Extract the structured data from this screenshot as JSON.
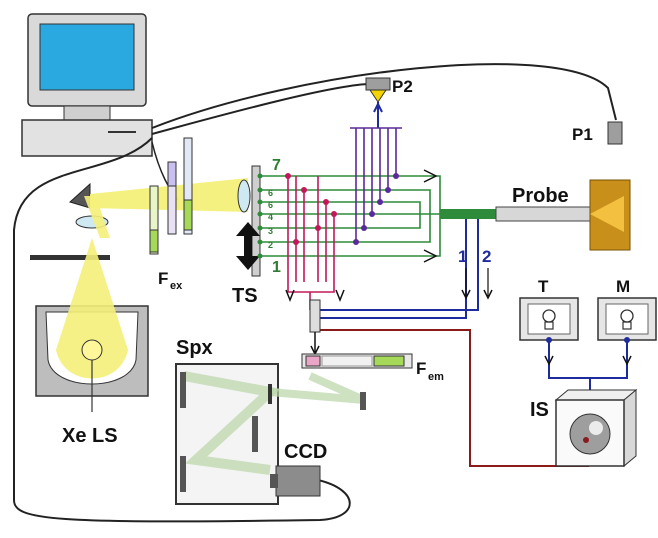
{
  "labels": {
    "p1": "P1",
    "p2": "P2",
    "probe": "Probe",
    "ts": "TS",
    "f_ex_main": "F",
    "f_ex_sub": "ex",
    "f_em_main": "F",
    "f_em_sub": "em",
    "spx": "Spx",
    "ccd": "CCD",
    "xe_ls": "Xe LS",
    "is": "IS",
    "t": "T",
    "m": "M",
    "ch1": "1",
    "ch2": "2",
    "fiber_7": "7",
    "fiber_6a": "6",
    "fiber_6b": "6",
    "fiber_4": "4",
    "fiber_3": "3",
    "fiber_2": "2",
    "fiber_1": "1"
  },
  "colors": {
    "fiber_green": "#2e8b3a",
    "fiber_purple": "#5a2a9c",
    "fiber_pink": "#c2185b",
    "fiber_blue": "#1e2b9c",
    "fiber_darkred": "#8b1a1a",
    "beam_yellow": "#f4f07a",
    "probe_tip": "#c8901a",
    "monitor_screen": "#2aa9e0"
  }
}
